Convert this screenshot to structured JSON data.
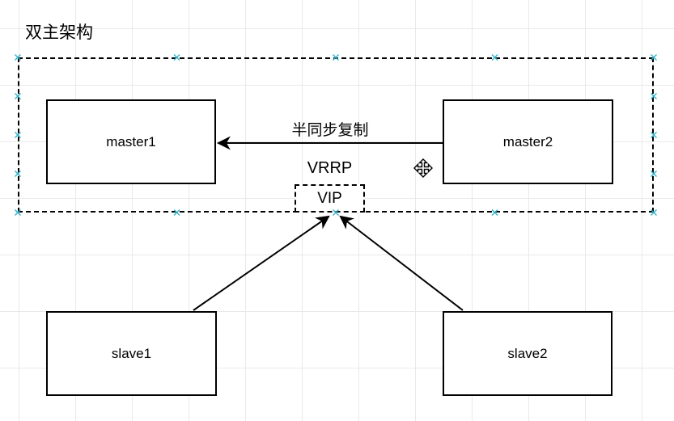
{
  "title": "双主架构",
  "nodes": {
    "master1": "master1",
    "master2": "master2",
    "slave1": "slave1",
    "slave2": "slave2",
    "vip": "VIP"
  },
  "labels": {
    "vrrp": "VRRP",
    "replication": "半同步复制"
  },
  "icons": {
    "move_cursor": "move-cursor-icon",
    "connection_point": "connection-point-cross-icon"
  },
  "colors": {
    "stroke": "#000000",
    "node_fill": "#ffffff",
    "connection_point": "#2fb3c9",
    "grid": "#e9e9e9"
  }
}
